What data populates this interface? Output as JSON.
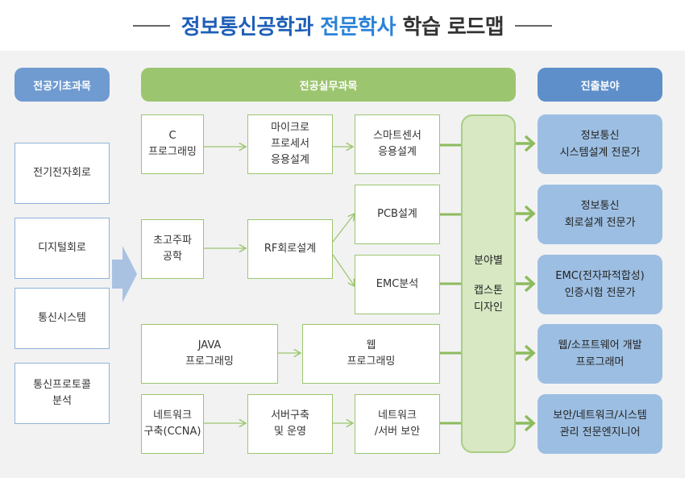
{
  "title": {
    "part1": "정보통신공학과",
    "part2": "전문학사",
    "part3": "학습 로드맵"
  },
  "headers": {
    "basic": "전공기초과목",
    "practical": "전공실무과목",
    "career": "진출분야"
  },
  "basic_courses": [
    "전기전자회로",
    "디지털회로",
    "통신시스템",
    "통신프로토콜\n분석"
  ],
  "practical_courses": {
    "c_programming": "C\n프로그래밍",
    "microprocessor": "마이크로\n프로세서\n응용설계",
    "smart_sensor": "스마트센서\n응용설계",
    "ultra_high_freq": "초고주파\n공학",
    "rf_circuit": "RF회로설계",
    "pcb": "PCB설계",
    "emc": "EMC분석",
    "java": "JAVA\n프로그래밍",
    "web": "웹\n프로그래밍",
    "network_ccna": "네트워크\n구축(CCNA)",
    "server": "서버구축\n및 운영",
    "network_security": "네트워크\n/서버 보안"
  },
  "capstone": {
    "line1": "분야별",
    "line2": "캡스톤",
    "line3": "디자인"
  },
  "careers": [
    "정보통신\n시스템설계 전문가",
    "정보통신\n회로설계 전문가",
    "EMC(전자파적합성)\n인증시험 전문가",
    "웹/소프트웨어 개발\n프로그래머",
    "보안/네트워크/시스템\n관리 전문엔지니어"
  ],
  "colors": {
    "header_basic": "#6f9bd1",
    "header_practical": "#9cc56f",
    "header_career": "#5e8fca",
    "career_box": "#9cbee2",
    "capstone": "#d7e8c3",
    "arrow_green": "#8dbb5e"
  }
}
